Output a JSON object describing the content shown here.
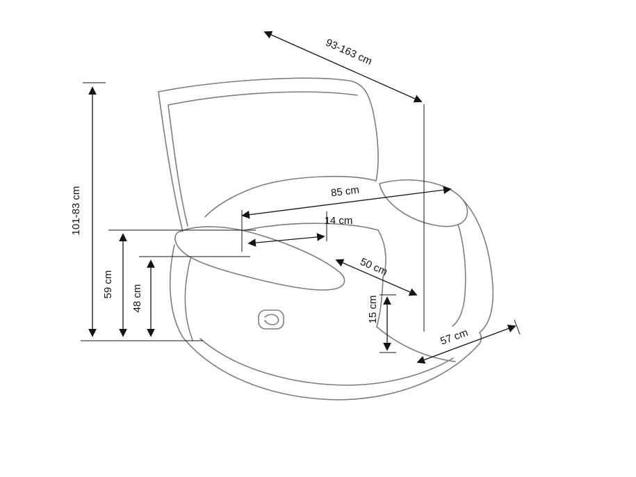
{
  "diagram": {
    "subject": "recliner-armchair-dimension-drawing",
    "background_color": "#ffffff",
    "outline_color": "#7d7d7d",
    "dimension_color": "#141414",
    "unit": "cm",
    "labels": {
      "height": "101-83 cm",
      "depth_range": "93-163 cm",
      "width": "85 cm",
      "armrest_thickness": "14 cm",
      "armrest_height": "59 cm",
      "seat_height": "48 cm",
      "seat_width": "50 cm",
      "clearance": "15 cm",
      "seat_depth": "57 cm"
    }
  }
}
